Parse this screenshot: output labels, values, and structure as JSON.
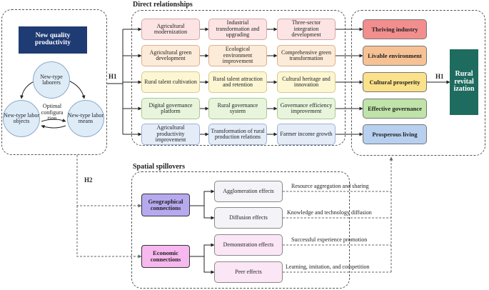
{
  "left": {
    "title": "New quality productivity",
    "center": "Optimal configura tion",
    "laborers": "New-type laborers",
    "objects": "New-type labor objects",
    "means": "New-type labor means"
  },
  "direct": {
    "title": "Direct relationships",
    "rows": [
      [
        "Agricultural modernization",
        "Industrial transformation and upgrading",
        "Three-sector integration development"
      ],
      [
        "Agricultural green development",
        "Ecological environment improvement",
        "Comprehensive green transformation"
      ],
      [
        "Rural talent cultivation",
        "Rural talent attraction and retention",
        "Cultural heritage and innovation"
      ],
      [
        "Digital governance platform",
        "Rural governance system",
        "Governance efficiency improvement"
      ],
      [
        "Agricultural productivity improvement",
        "Transformation of rural production relations",
        "Farmer income growth"
      ]
    ]
  },
  "outcomes": [
    "Thriving industry",
    "Livable environment",
    "Cultural prosperity",
    "Effective governance",
    "Prosperous living"
  ],
  "final": "Rural revital ization",
  "labels": {
    "h1_left": "H1",
    "h1_right": "H1",
    "h2": "H2"
  },
  "spill": {
    "title": "Spatial spillovers",
    "geo": "Geographical connections",
    "eco": "Economic connections",
    "agg": "Agglomeration effects",
    "dif": "Diffusion effects",
    "dem": "Demonstration effects",
    "peer": "Peer effects",
    "ann_agg": "Resource aggregation and sharing",
    "ann_dif": "Knowledge and technology diffusion",
    "ann_dem": "Successful experience promotion",
    "ann_peer": "Learning, imitation, and competition"
  },
  "colors": {
    "row_fill": [
      "#fce4e4",
      "#fdebd9",
      "#fdf6d3",
      "#e8f5dc",
      "#e4ecf8"
    ],
    "row_border": [
      "#d9a5a5",
      "#dcb08a",
      "#d8c98a",
      "#a9c98f",
      "#9fb3d6"
    ],
    "out_fill": [
      "#f28e8e",
      "#f6c295",
      "#fbe18a",
      "#bfe3a8",
      "#b7d0ef"
    ],
    "title_bg": "#1f3b73",
    "final_bg": "#1e6b5f",
    "geo_fill": "#b8a9ef",
    "eco_fill": "#f7b8ef",
    "spill_box": "#f4f4f8",
    "eco_box": "#fbe6f6"
  }
}
